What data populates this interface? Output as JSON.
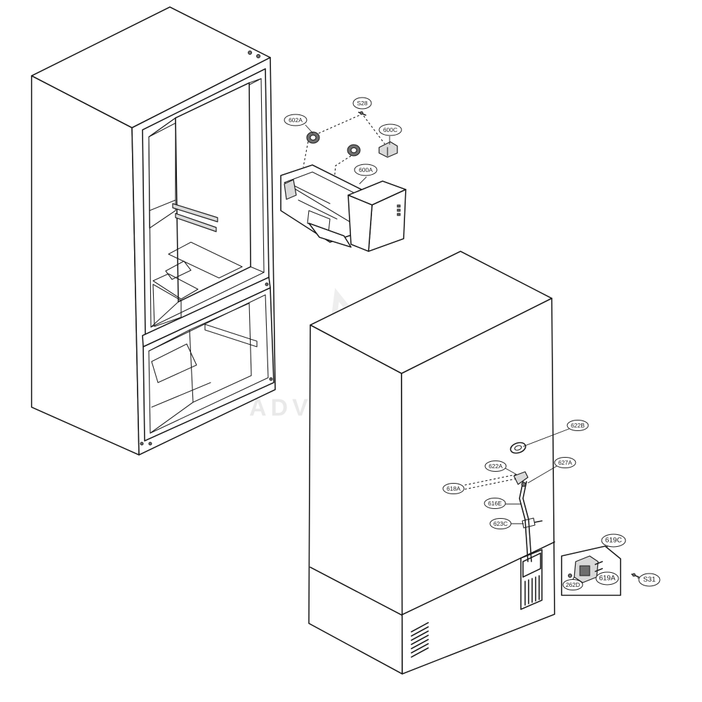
{
  "watermark": "ADVENTURE",
  "callouts": {
    "s28": "S28",
    "c602a": "602A",
    "c600c": "600C",
    "c600a": "600A",
    "c622b": "622B",
    "c622a": "622A",
    "c627a": "627A",
    "c618a": "618A",
    "c616e": "616E",
    "c623c": "623C",
    "c619c": "619C",
    "s31": "S31",
    "c262d": "262D",
    "c619a": "619A"
  },
  "colors": {
    "line": "#1a1a1a",
    "shade": "#d9d9d9",
    "watermark": "#e9e9e9"
  }
}
